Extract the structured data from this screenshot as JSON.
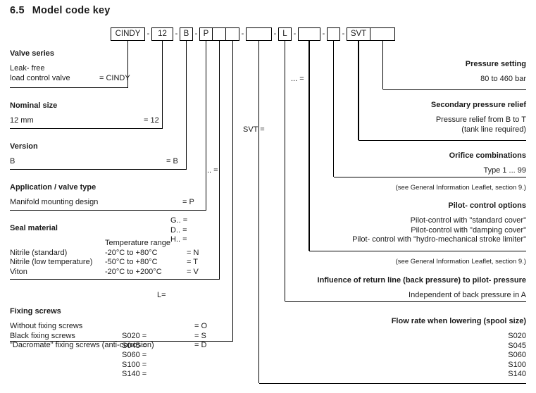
{
  "page": {
    "section_number": "6.5",
    "title": "Model code key"
  },
  "model_code": {
    "segments": [
      {
        "label": "CINDY",
        "width": 49,
        "joined": false
      },
      {
        "label": "12",
        "width": 31,
        "joined": false
      },
      {
        "label": "B",
        "width": 19,
        "joined": false
      },
      {
        "label": "P",
        "width": 19,
        "joined": false
      },
      {
        "label": "",
        "width": 19,
        "joined": true
      },
      {
        "label": "",
        "width": 19,
        "joined": true
      },
      {
        "label": "",
        "width": 37,
        "joined": false
      },
      {
        "label": "L",
        "width": 19,
        "joined": false
      },
      {
        "label": "",
        "width": 32,
        "joined": false
      },
      {
        "label": "",
        "width": 19,
        "joined": false
      },
      {
        "label": "SVT",
        "width": 34,
        "joined": false
      },
      {
        "label": "",
        "width": 35,
        "joined": true
      }
    ],
    "separator": "-"
  },
  "left_blocks": [
    {
      "name": "valve-series",
      "head": "Valve series",
      "rows": [
        {
          "name": "Leak- free",
          "mid": "",
          "code": ""
        },
        {
          "name": "load control valve",
          "mid": "",
          "code": "= CINDY"
        }
      ]
    },
    {
      "name": "nominal-size",
      "head": "Nominal size",
      "rows": [
        {
          "name": "12 mm",
          "mid": "",
          "code": "= 12"
        }
      ]
    },
    {
      "name": "version",
      "head": "Version",
      "rows": [
        {
          "name": "B",
          "mid": "",
          "code": "= B"
        }
      ]
    },
    {
      "name": "application-valve-type",
      "head": "Application / valve type",
      "rows": [
        {
          "name": "Manifold mounting design",
          "mid": "",
          "code": "= P"
        }
      ]
    },
    {
      "name": "seal-material",
      "head": "Seal material",
      "rows": [
        {
          "name": "",
          "mid": "Temperature range",
          "code": ""
        },
        {
          "name": "Nitrile  (standard)",
          "mid": "-20°C to +80°C",
          "code": "= N"
        },
        {
          "name": "Nitrile  (low temperature)",
          "mid": "-50°C to +80°C",
          "code": "= T"
        },
        {
          "name": "Viton",
          "mid": "-20°C to +200°C",
          "code": "= V"
        }
      ]
    },
    {
      "name": "fixing-screws",
      "head": "Fixing screws",
      "rows": [
        {
          "name": "Without fixing screws",
          "mid": "",
          "code": "= O"
        },
        {
          "name": "Black fixing screws",
          "mid": "",
          "code": "= S"
        },
        {
          "name": "\"Dacromate\" fixing screws (anti-corrosion)",
          "mid": "",
          "code": "= D"
        }
      ]
    }
  ],
  "right_blocks": [
    {
      "name": "pressure-setting",
      "head": "Pressure setting",
      "rows": [
        {
          "key": "... =",
          "val": "80 to 460 bar"
        }
      ],
      "note": ""
    },
    {
      "name": "secondary-pressure-relief",
      "head": "Secondary pressure relief",
      "rows": [
        {
          "key": "",
          "val": "Pressure relief from B to T"
        },
        {
          "key": "SVT =",
          "val": "(tank line required)"
        }
      ],
      "note": ""
    },
    {
      "name": "orifice-combinations",
      "head": "Orifice combinations",
      "rows": [
        {
          "key": ".. =",
          "val": "Type 1 ... 99"
        }
      ],
      "note": "(see General Information Leaflet, section  9.)"
    },
    {
      "name": "pilot-control-options",
      "head": "Pilot- control options",
      "rows": [
        {
          "key": "G.. =",
          "val": "Pilot-control with \"standard cover\""
        },
        {
          "key": "D.. =",
          "val": "Pilot-control with \"damping cover\""
        },
        {
          "key": "H.. =",
          "val": "Pilot- control with \"hydro-mechanical stroke limiter\""
        }
      ],
      "note": "(see General Information Leaflet, section  9.)"
    },
    {
      "name": "influence-of-return-line",
      "head": "Influence of return line (back pressure) to pilot- pressure",
      "rows": [
        {
          "key": "L=",
          "val": "Independent of back pressure in A"
        }
      ],
      "note": ""
    },
    {
      "name": "flow-rate-when-lowering",
      "head": "Flow rate when lowering (spool size)",
      "rows": [
        {
          "key": "S020 =",
          "val": "S020"
        },
        {
          "key": "S045 =",
          "val": "S045"
        },
        {
          "key": "S060 =",
          "val": "S060"
        },
        {
          "key": "S100 =",
          "val": "S100"
        },
        {
          "key": "S140 =",
          "val": "S140"
        }
      ],
      "note": ""
    }
  ]
}
